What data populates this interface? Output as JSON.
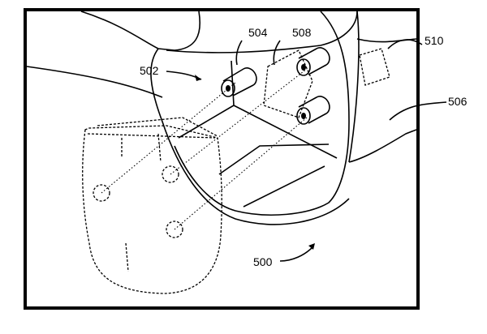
{
  "figure": {
    "labels": {
      "l500": "500",
      "l502": "502",
      "l504": "504",
      "l506": "506",
      "l508": "508",
      "l510": "510"
    }
  }
}
